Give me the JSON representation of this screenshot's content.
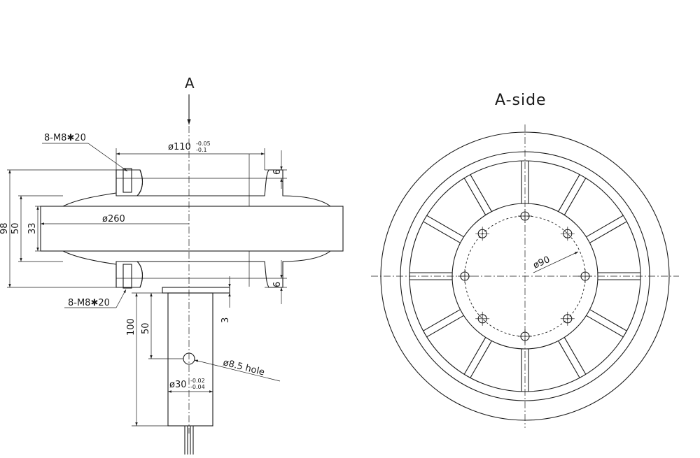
{
  "diagram": {
    "view_arrow_label": "A",
    "side_view_title": "A-side",
    "dimensions": {
      "bolt_top": "8-M8✱20",
      "bolt_bottom": "8-M8✱20",
      "bore_main": "ø110",
      "bore_tol_upper": "-0.05",
      "bore_tol_lower": "-0.1",
      "outer_dia": "ø260",
      "total_height": "98",
      "height_50": "50",
      "height_33": "33",
      "depth_top": "6",
      "depth_bottom": "6",
      "gap_3": "3",
      "shaft_len_100": "100",
      "shaft_len_50": "50",
      "hole": "ø8.5  hole",
      "shaft_dia": "ø30",
      "shaft_tol_upper": "-0.02",
      "shaft_tol_lower": "-0.04",
      "pcd": "ø90"
    }
  }
}
